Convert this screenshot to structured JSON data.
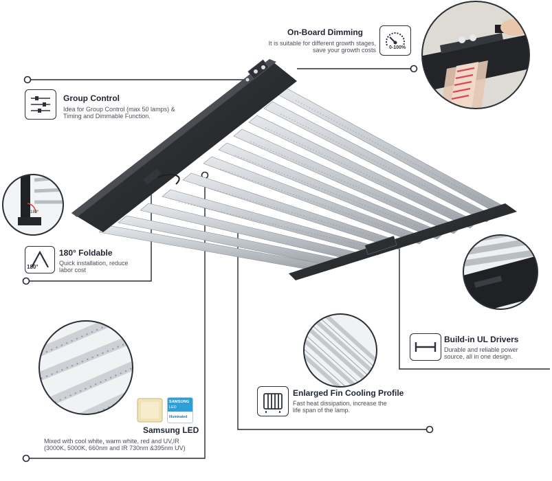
{
  "features": {
    "dimming": {
      "title": "On-Board Dimming",
      "desc1": "It is suitable for different growth stages,",
      "desc2": "save your growth costs",
      "badge": "0-100%",
      "icon": "dial-gauge-icon"
    },
    "group": {
      "title": "Group Control",
      "desc1": "Idea for Group Control (max 50 lamps) &",
      "desc2": "Timing and Dimmable Function.",
      "icon": "sliders-icon"
    },
    "foldable": {
      "title": "180° Foldable",
      "desc1": "Quick installation, reduce",
      "desc2": "labor cost",
      "badge": "180°",
      "icon": "fold-angle-icon"
    },
    "drivers": {
      "title": "Build-in UL Drivers",
      "desc1": "Durable and reliable power",
      "desc2": "source, all in one design.",
      "icon": "driver-bar-icon"
    },
    "cooling": {
      "title": "Enlarged Fin Cooling Profile",
      "desc1": "Fast heat dissipation, increase the",
      "desc2": "life span of the lamp.",
      "icon": "radiator-icon"
    },
    "samsung": {
      "title": "Samsung LED",
      "desc1": "Mixed with cool white, warm white, red and UV,IR",
      "desc2": "(3000K, 5000K, 660nm and IR 730nm &395nm UV)",
      "badge_brand": "SAMSUNG",
      "badge_sub": "LED",
      "badge_tag": "Illuminated",
      "icon": "led-chip-icon"
    }
  },
  "details": {
    "fold_label": "180°"
  },
  "colors": {
    "frame": "#2a2c2f",
    "bar": "#c9cdd2",
    "line": "#222831"
  }
}
